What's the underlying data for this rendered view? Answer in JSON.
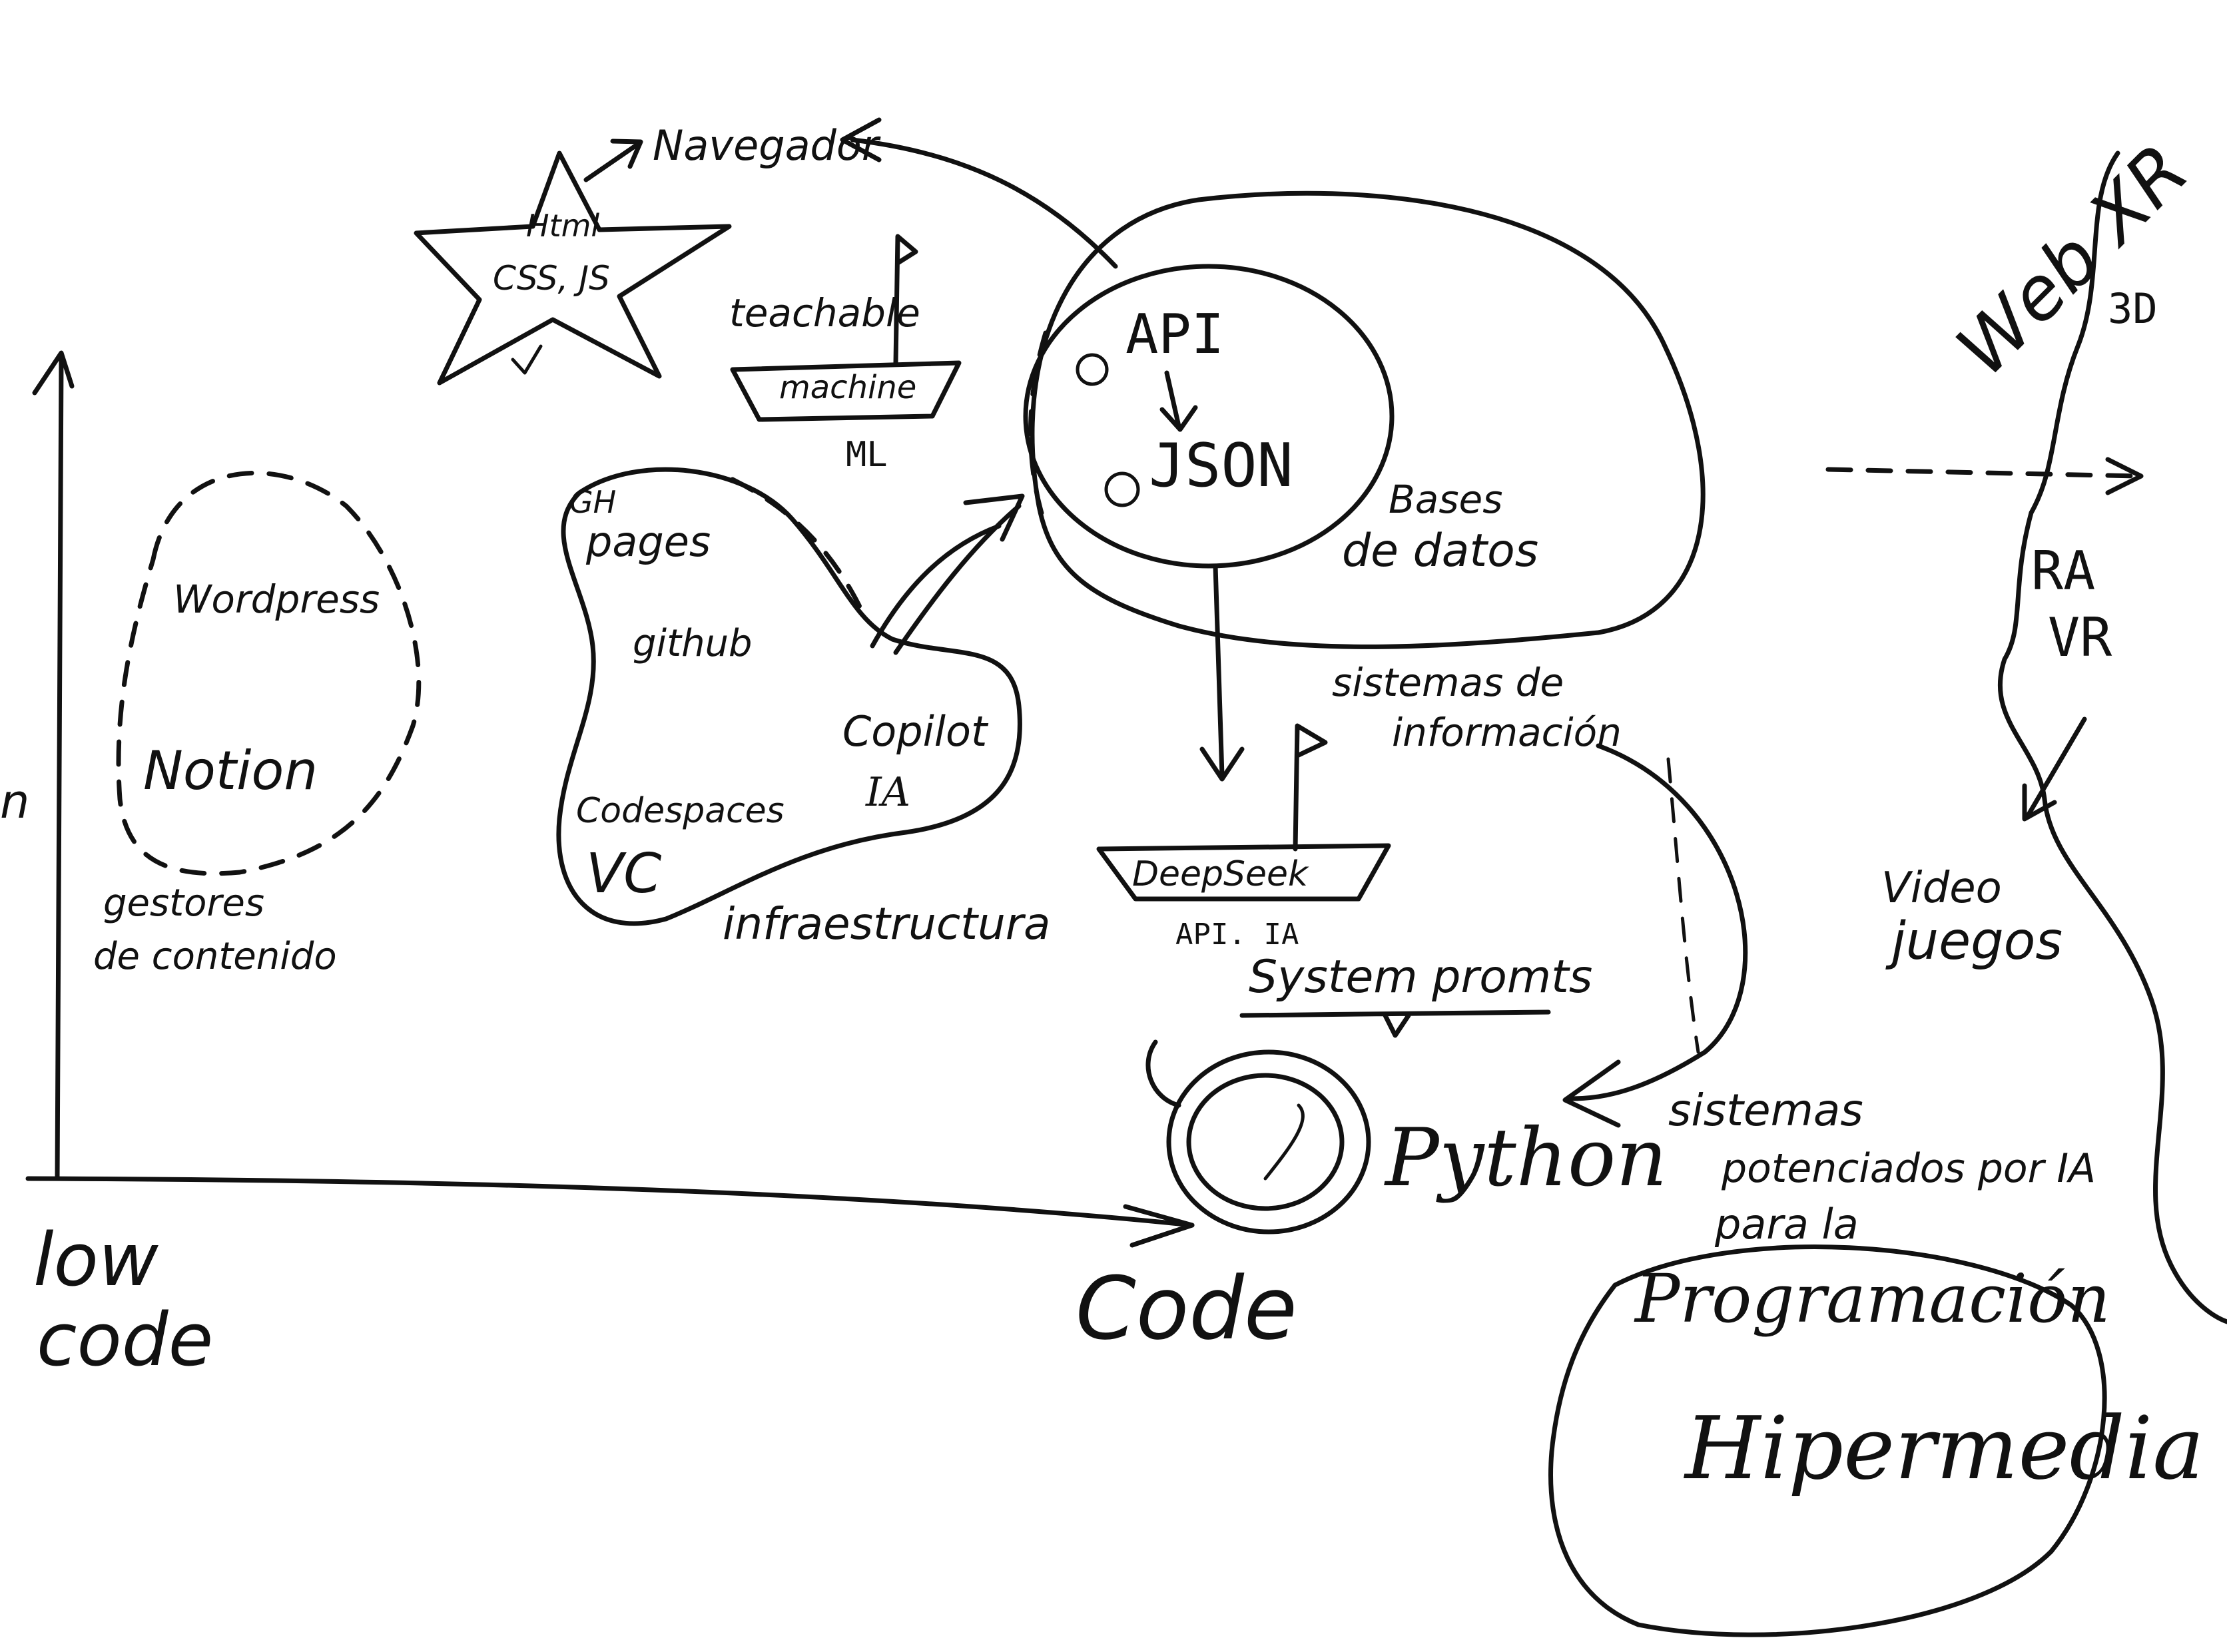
{
  "labels": {
    "navegador": "Navegador",
    "star_line1": "Html",
    "star_line2": "CSS, JS",
    "teachable": "teachable",
    "machine": "machine",
    "ml": "ML",
    "api": "API",
    "json": "JSON",
    "bases1": "Bases",
    "bases2": "de datos",
    "web_xr": "Web XR",
    "three_d": "3D",
    "ra": "RA",
    "vr": "VR",
    "videojuegos1": "Video",
    "videojuegos2": "juegos",
    "wordpress": "Wordpress",
    "notion": "Notion",
    "gestores1": "gestores",
    "gestores2": "de contenido",
    "gh_pages1": "GH",
    "gh_pages2": "pages",
    "github": "github",
    "codespaces": "Codespaces",
    "vc": "VC",
    "copilot": "Copilot",
    "ia": "IA",
    "infraestructura": "infraestructura",
    "sistemas_info1": "sistemas de",
    "sistemas_info2": "información",
    "deepseek": "DeepSeek",
    "api_ia": "API. IA",
    "system_prompts": "System promts",
    "python": "Python",
    "sistemas_potenciados1": "sistemas",
    "sistemas_potenciados2": "potenciados por IA",
    "para_la": "para la",
    "programacion": "Programación",
    "hipermedia": "Hipermedia",
    "low_code1": "low",
    "low_code2": "code",
    "code": "Code",
    "left_edge": "n"
  },
  "colors": {
    "ink": "#111111",
    "paper": "#ffffff"
  },
  "icons": [
    "star-icon",
    "boat-icon",
    "flag-icon",
    "check-icon",
    "python-snake-icon"
  ]
}
